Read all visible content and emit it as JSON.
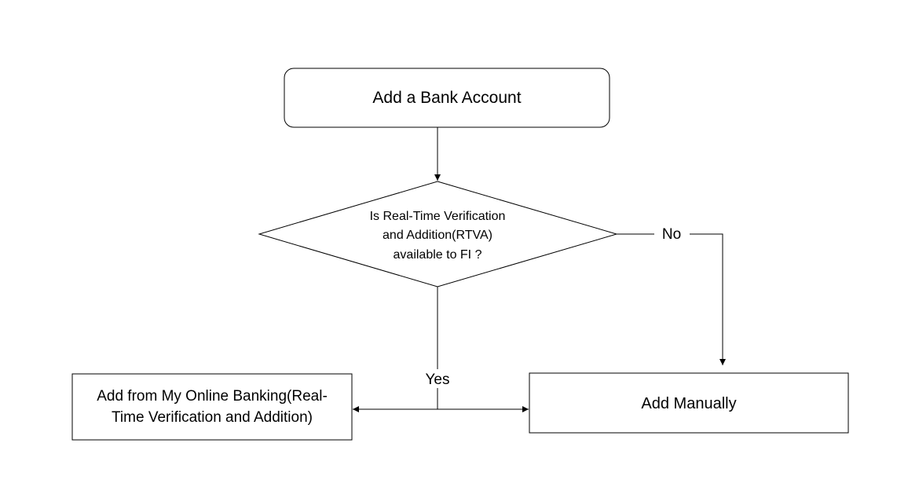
{
  "diagram": {
    "start_node": {
      "label": "Add a Bank Account"
    },
    "decision_node": {
      "lines": [
        "Is Real-Time  Verification",
        "and Addition(RTVA)",
        "available to FI ?"
      ]
    },
    "yes_node": {
      "lines": [
        "Add from My Online Banking(Real-",
        "Time Verification and Addition)"
      ]
    },
    "no_node": {
      "label": "Add Manually"
    },
    "edges": {
      "yes_label": "Yes",
      "no_label": "No"
    }
  }
}
